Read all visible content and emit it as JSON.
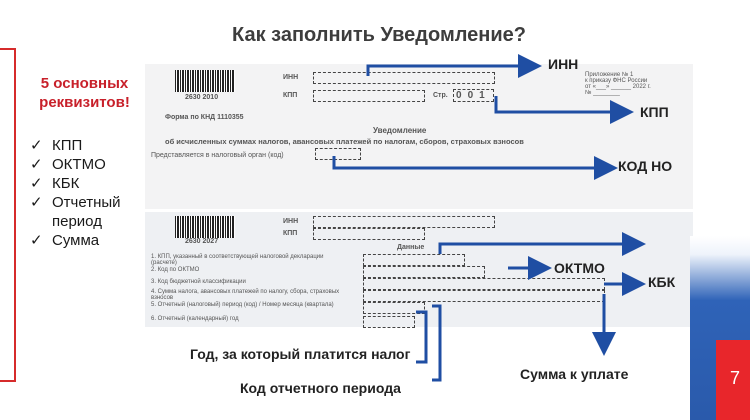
{
  "title": "Как заполнить Уведомление?",
  "requisites": {
    "heading": "5 основных реквизитов!",
    "items": [
      "КПП",
      "ОКТМО",
      "КБК",
      "Отчетный период",
      "Сумма"
    ]
  },
  "form_top": {
    "inn_label": "ИНН",
    "kpp_label": "КПП",
    "page_label": "Стр.",
    "page_digits": [
      "0",
      "0",
      "1"
    ],
    "form_code": "Форма по КНД 1110355",
    "appendix": "Приложение № 1\nк приказу ФНС России\nот «___» ______ 2022 г.\n№ ________",
    "heading_1": "Уведомление",
    "heading_2": "об исчисленных суммах налогов, авансовых платежей по налогам, сборов, страховых взносов",
    "authority_label": "Представляется в налоговый орган (код)",
    "barcode_number": "2630 2010"
  },
  "form_bottom": {
    "inn_label": "ИНН",
    "kpp_label": "КПП",
    "barcode_number": "2630 2027",
    "data_label": "Данные",
    "rows": [
      "1. КПП, указанный в соответствующей налоговой декларации (расчете)",
      "2. Код по ОКТМО",
      "3. Код бюджетной классификации",
      "4. Сумма налога, авансовых платежей по налогу, сбора, страховых взносов",
      "5. Отчетный (налоговый) период (код) / Номер месяца (квартала)",
      "6. Отчетный (календарный) год"
    ]
  },
  "callouts": {
    "inn": "ИНН",
    "kpp": "КПП",
    "kod_no": "КОД НО",
    "oktmo": "ОКТМО",
    "kbk": "КБК",
    "year": "Год, за который платится налог",
    "period_code": "Код отчетного периода",
    "sum": "Сумма к уплате"
  },
  "page_number": "7",
  "colors": {
    "accent_red": "#c8202a",
    "arrow_blue": "#1f4ea3",
    "stripe_blue": "#2f63b8"
  }
}
